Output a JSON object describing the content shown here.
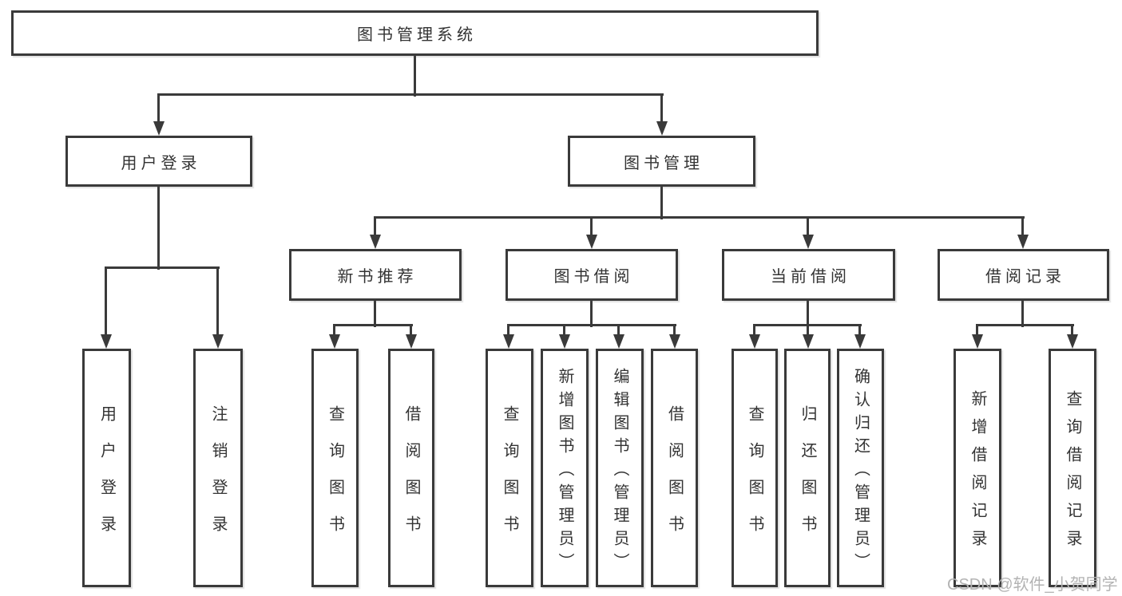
{
  "diagram": {
    "title": "图书管理系统",
    "branches": [
      {
        "label": "用户登录",
        "children": [
          "用户登录",
          "注销登录"
        ]
      },
      {
        "label": "图书管理",
        "children": [
          {
            "label": "新书推荐",
            "children": [
              "查询图书",
              "借阅图书"
            ]
          },
          {
            "label": "图书借阅",
            "children": [
              "查询图书",
              "新增图书（管理员）",
              "编辑图书（管理员）",
              "借阅图书"
            ]
          },
          {
            "label": "当前借阅",
            "children": [
              "查询图书",
              "归还图书",
              "确认归还（管理员）"
            ]
          },
          {
            "label": "借阅记录",
            "children": [
              "新增借阅记录",
              "查询借阅记录"
            ]
          }
        ]
      }
    ]
  },
  "watermark": "CSDN @软件_小贺同学",
  "colors": {
    "line": "#3a3a3a",
    "text": "#333333",
    "watermark": "#b3b3b3",
    "background": "#ffffff"
  }
}
